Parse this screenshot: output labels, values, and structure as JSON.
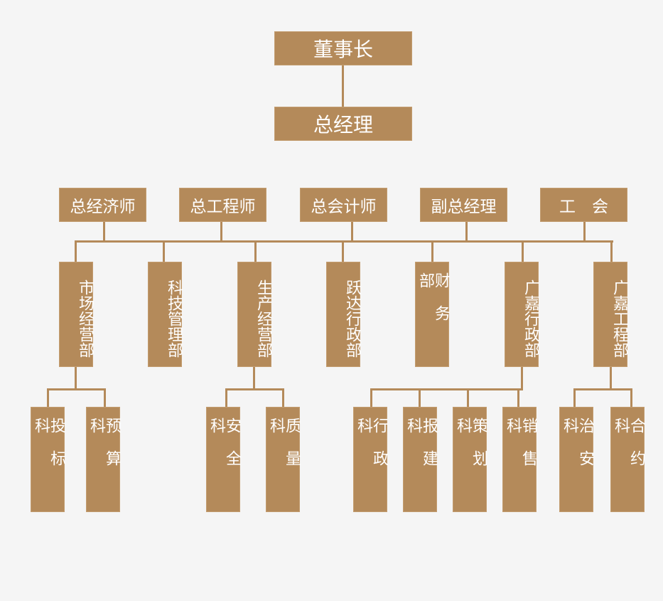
{
  "colors": {
    "box": "#b48a5a",
    "line": "#b48a5a",
    "text": "#ffffff",
    "background": "#f5f5f5"
  },
  "chairman": "董事长",
  "general_manager": "总经理",
  "executives": [
    "总经济师",
    "总工程师",
    "总会计师",
    "副总经理",
    "工　会"
  ],
  "departments": [
    "市场经营部",
    "科技管理部",
    "生产经营部",
    "跃达行政部",
    "财务部",
    "广嘉行政部",
    "广嘉工程部"
  ],
  "sections": [
    "投标科",
    "预算科",
    "安全科",
    "质量科",
    "行政科",
    "报建科",
    "策划科",
    "销售科",
    "治安科",
    "合约科"
  ]
}
